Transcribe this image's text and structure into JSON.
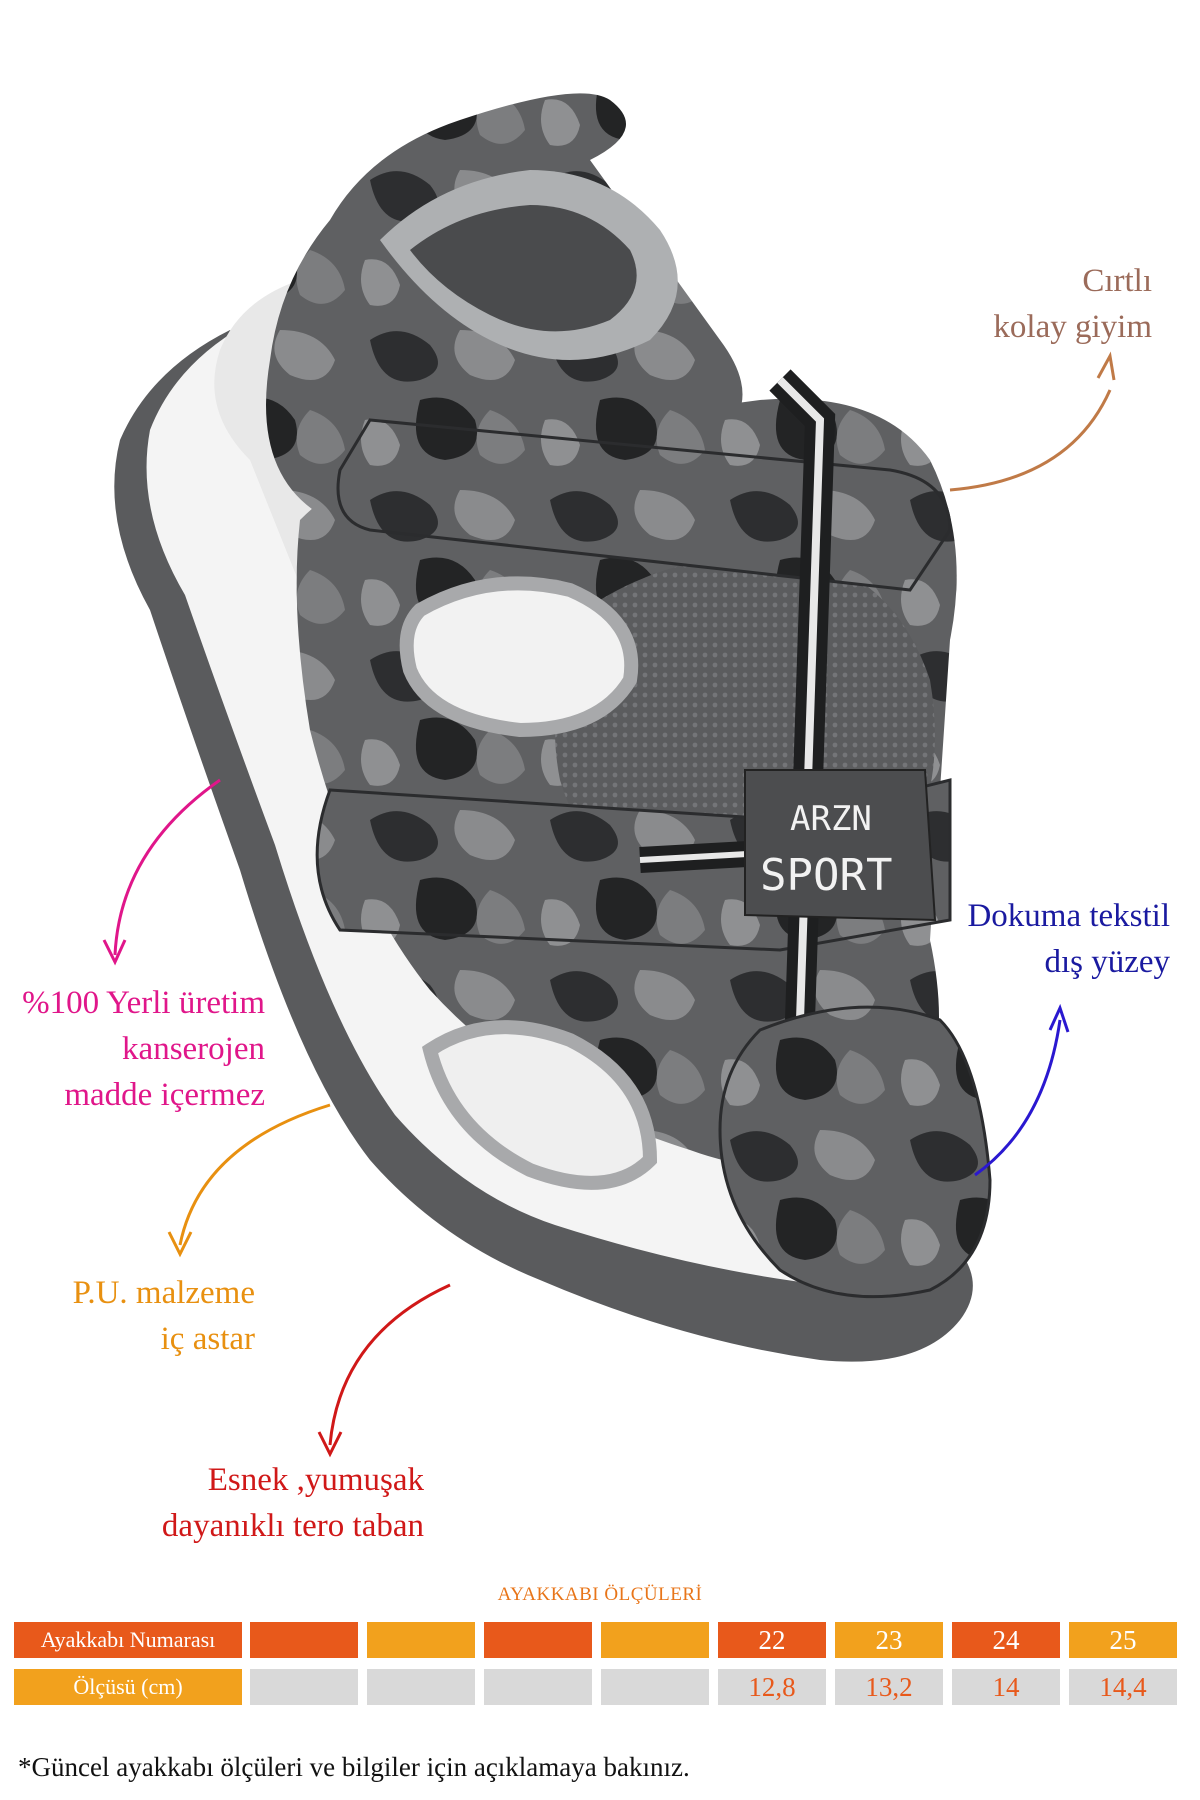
{
  "colors": {
    "kolay": "#9b6b5a",
    "dokuma": "#1a1aa0",
    "yerli": "#e0168a",
    "pu": "#e89010",
    "esnek": "#d01818",
    "orange_dark": "#e8591b",
    "orange_light": "#f2a11d",
    "gray_cell": "#d9d9d9",
    "head_orange": "#e87519"
  },
  "product": {
    "brand_line1": "ARZN",
    "brand_line2": "SPORT",
    "image_description_icon": "camo-sandal-image"
  },
  "callouts": {
    "kolay": {
      "line1": "Cırtlı",
      "line2": "kolay giyim"
    },
    "dokuma": {
      "line1": "Dokuma tekstil",
      "line2": "dış yüzey"
    },
    "yerli": {
      "line1": "%100 Yerli üretim",
      "line2": "kanserojen",
      "line3": "madde içermez"
    },
    "pu": {
      "line1": "P.U. malzeme",
      "line2": "iç astar"
    },
    "esnek": {
      "line1": "Esnek ,yumuşak",
      "line2": "dayanıklı tero taban"
    }
  },
  "size_table": {
    "title": "AYAKKABI ÖLÇÜLERİ",
    "row1_header": "Ayakkabı Numarası",
    "row2_header": "Ölçüsü (cm)",
    "sizes": [
      "",
      "",
      "",
      "",
      "22",
      "23",
      "24",
      "25"
    ],
    "lengths": [
      "",
      "",
      "",
      "",
      "12,8",
      "13,2",
      "14",
      "14,4"
    ]
  },
  "footnote": "*Güncel ayakkabı ölçüleri ve bilgiler için açıklamaya bakınız."
}
